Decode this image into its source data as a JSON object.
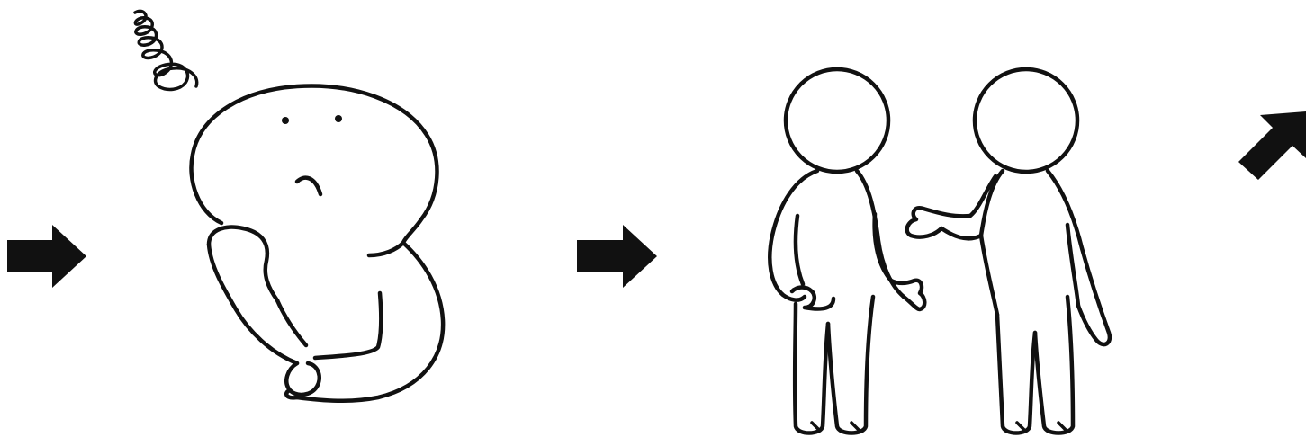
{
  "illustration": {
    "ink_color": "#111111",
    "background_color": "#ffffff",
    "panels": [
      {
        "figure": "thinking-person",
        "expression": "puzzled",
        "gesture": "hand-on-chin"
      },
      {
        "figure": "two-people-talking",
        "gesture": "open-palm-explaining"
      }
    ],
    "connectors": [
      {
        "icon": "arrow-right-icon",
        "direction": "right"
      },
      {
        "icon": "arrow-right-icon",
        "direction": "right"
      },
      {
        "icon": "arrow-up-right-icon",
        "direction": "up-right"
      }
    ],
    "symbols": [
      {
        "icon": "scribble-confusion-icon",
        "meaning": "confusion"
      }
    ]
  }
}
